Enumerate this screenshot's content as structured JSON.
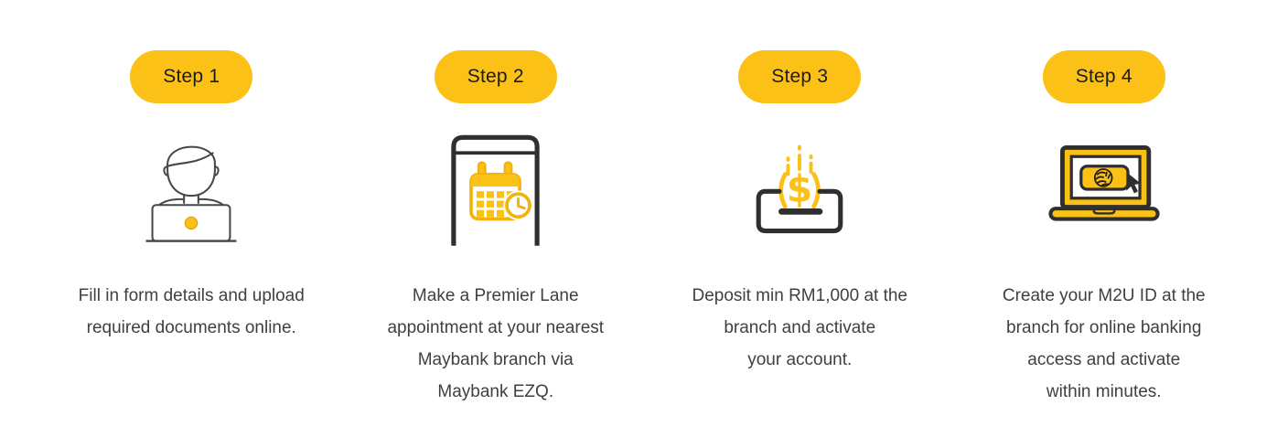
{
  "colors": {
    "accent_yellow": "#FCC117",
    "calendar_stroke_amber": "#F2B30C",
    "icon_outline_dark": "#2F2F2F",
    "person_outline_gray": "#46474B",
    "badge_text": "#1C1C1C",
    "description_text": "#404040",
    "background": "#FFFFFF"
  },
  "steps": [
    {
      "badge": "Step 1",
      "icon": "person-at-laptop-icon",
      "description": "Fill in form details and upload\nrequired documents online."
    },
    {
      "badge": "Step 2",
      "icon": "phone-calendar-appointment-icon",
      "description": "Make a Premier Lane\nappointment at your nearest\nMaybank branch via\nMaybank EZQ."
    },
    {
      "badge": "Step 3",
      "icon": "cash-deposit-icon",
      "description": "Deposit min RM1,000 at the\nbranch and activate\nyour account."
    },
    {
      "badge": "Step 4",
      "icon": "laptop-online-banking-icon",
      "description": "Create your M2U ID at the\nbranch for online banking\naccess and activate\nwithin minutes."
    }
  ]
}
